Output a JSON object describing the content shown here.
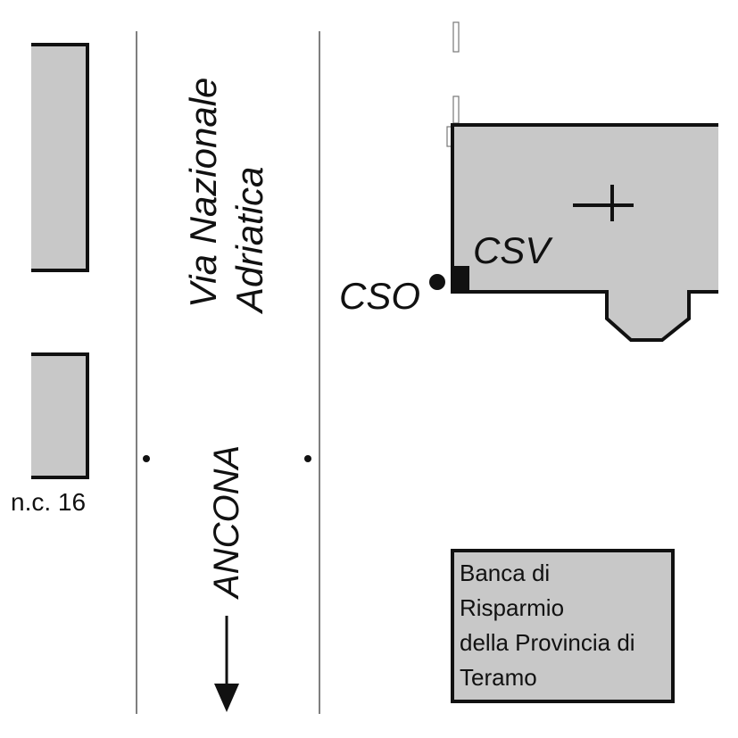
{
  "street": {
    "name_line1": "Via Nazionale",
    "name_line2": "Adriatica",
    "direction": "ANCONA"
  },
  "buildings": {
    "house_number": "n.c. 16",
    "bank_line1": "Banca di",
    "bank_line2": "Risparmio",
    "bank_line3": "della Provincia di",
    "bank_line4": "Teramo",
    "church_symbol": "cross-icon"
  },
  "markers": {
    "cso": "CSO",
    "csv": "CSV"
  },
  "colors": {
    "building_fill": "#c8c8c8",
    "outline": "#111111",
    "street_line": "#555555",
    "background": "#ffffff"
  }
}
